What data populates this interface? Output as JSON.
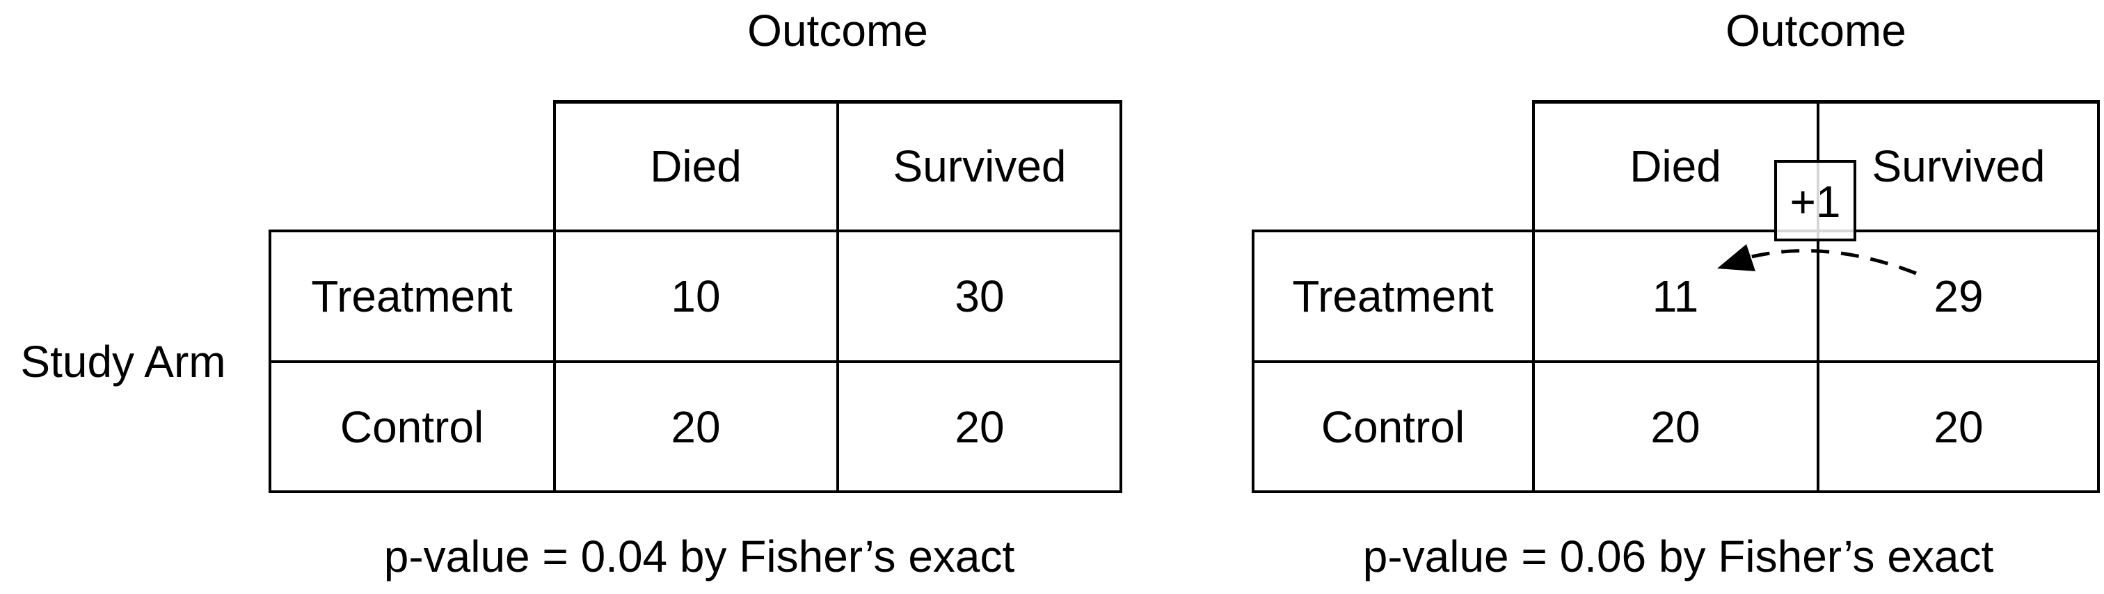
{
  "figures": {
    "left": {
      "outcome_label": "Outcome",
      "axis_label": "Study Arm",
      "columns": [
        "Died",
        "Survived"
      ],
      "rows": [
        {
          "label": "Treatment",
          "values": [
            "10",
            "30"
          ]
        },
        {
          "label": "Control",
          "values": [
            "20",
            "20"
          ]
        }
      ],
      "caption": "p-value = 0.04 by Fisher’s exact"
    },
    "right": {
      "outcome_label": "Outcome",
      "columns": [
        "Died",
        "Survived"
      ],
      "rows": [
        {
          "label": "Treatment",
          "values": [
            "11",
            "29"
          ]
        },
        {
          "label": "Control",
          "values": [
            "20",
            "20"
          ]
        }
      ],
      "caption": "p-value = 0.06 by Fisher’s exact",
      "annotation_badge": "+1"
    }
  },
  "colors": {
    "ink": "#000000",
    "background": "#ffffff",
    "grid_ghost": "#d6d6d6"
  }
}
